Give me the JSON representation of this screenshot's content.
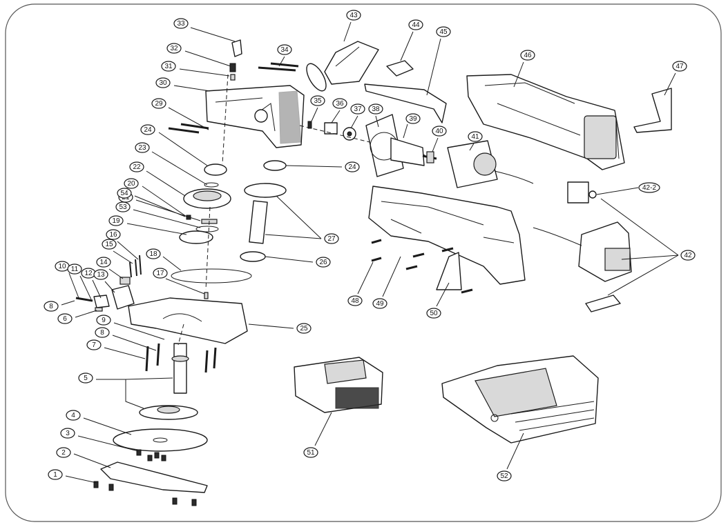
{
  "callouts": [
    {
      "id": "1"
    },
    {
      "id": "2"
    },
    {
      "id": "3"
    },
    {
      "id": "4"
    },
    {
      "id": "5"
    },
    {
      "id": "6"
    },
    {
      "id": "7"
    },
    {
      "id": "8"
    },
    {
      "id": "8"
    },
    {
      "id": "9"
    },
    {
      "id": "10"
    },
    {
      "id": "11"
    },
    {
      "id": "12"
    },
    {
      "id": "13"
    },
    {
      "id": "14"
    },
    {
      "id": "15"
    },
    {
      "id": "16"
    },
    {
      "id": "17"
    },
    {
      "id": "18"
    },
    {
      "id": "19"
    },
    {
      "id": "20"
    },
    {
      "id": "21"
    },
    {
      "id": "22"
    },
    {
      "id": "23"
    },
    {
      "id": "24"
    },
    {
      "id": "24"
    },
    {
      "id": "25"
    },
    {
      "id": "26"
    },
    {
      "id": "27"
    },
    {
      "id": "29"
    },
    {
      "id": "30"
    },
    {
      "id": "31"
    },
    {
      "id": "32"
    },
    {
      "id": "33"
    },
    {
      "id": "34"
    },
    {
      "id": "35"
    },
    {
      "id": "36"
    },
    {
      "id": "37"
    },
    {
      "id": "38"
    },
    {
      "id": "39"
    },
    {
      "id": "40"
    },
    {
      "id": "41"
    },
    {
      "id": "42"
    },
    {
      "id": "42-2"
    },
    {
      "id": "43"
    },
    {
      "id": "44"
    },
    {
      "id": "45"
    },
    {
      "id": "46"
    },
    {
      "id": "47"
    },
    {
      "id": "48"
    },
    {
      "id": "49"
    },
    {
      "id": "50"
    },
    {
      "id": "51"
    },
    {
      "id": "52"
    },
    {
      "id": "53"
    },
    {
      "id": "54"
    }
  ]
}
